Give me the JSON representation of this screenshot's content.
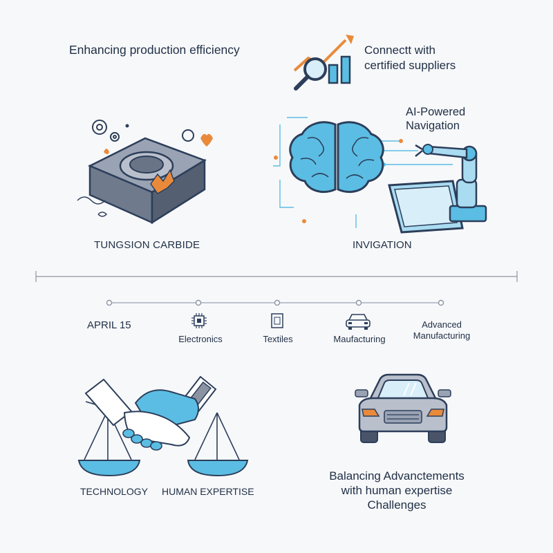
{
  "header": {
    "left_text": "Enhancing production efficiency",
    "supplier_line1": "Connectt with",
    "supplier_line2": "certified suppliers"
  },
  "ai": {
    "line1": "AI-Powered",
    "line2": "Navigation"
  },
  "labels": {
    "tungsten": "TUNGSION CARBIDE",
    "invigation": "INVIGATION"
  },
  "timeline": {
    "date": "APRIL 15",
    "items": [
      {
        "label": "Electronics",
        "icon": "chip-icon"
      },
      {
        "label": "Textiles",
        "icon": "textile-icon"
      },
      {
        "label": "Maufacturing",
        "icon": "car-front-icon"
      },
      {
        "label_line1": "Advanced",
        "label_line2": "Manufacturing"
      }
    ]
  },
  "balance": {
    "left_label": "TECHNOLOGY",
    "right_label": "HUMAN EXPERTISE",
    "line1": "Balancing Advanctements",
    "line2": "with human expertise",
    "line3": "Challenges"
  },
  "colors": {
    "navy": "#2c3e5a",
    "blue": "#5bbde3",
    "light_blue": "#a9dbf1",
    "orange": "#e98a3b",
    "gray": "#8b93a3"
  }
}
